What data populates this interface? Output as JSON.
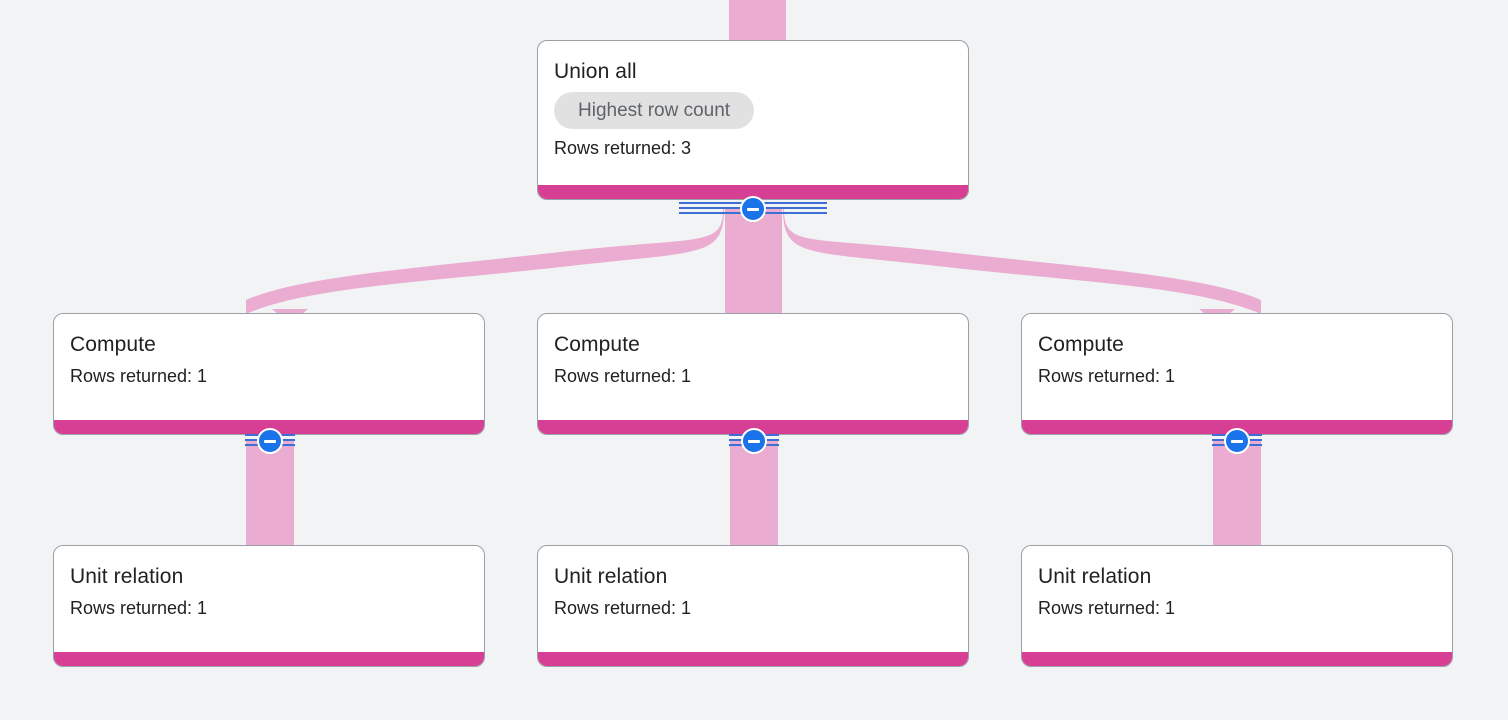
{
  "diagram": {
    "kind": "query-execution-plan",
    "background_color": "#f1f3f4",
    "flow_color": "#eaacd0",
    "node_accent_color": "#d63f94",
    "toggle_color": "#1a73e8",
    "rail_color": "#3b6fd4",
    "badge_bg_color": "#e1e1e1",
    "badge_text_color": "#5f6368",
    "nodes": [
      {
        "id": "union-all",
        "title": "Union all",
        "badge": "Highest row count",
        "rows_label": "Rows returned: 3",
        "rows_value": 3
      },
      {
        "id": "compute-1",
        "title": "Compute",
        "badge": null,
        "rows_label": "Rows returned: 1",
        "rows_value": 1
      },
      {
        "id": "compute-2",
        "title": "Compute",
        "badge": null,
        "rows_label": "Rows returned: 1",
        "rows_value": 1
      },
      {
        "id": "compute-3",
        "title": "Compute",
        "badge": null,
        "rows_label": "Rows returned: 1",
        "rows_value": 1
      },
      {
        "id": "unit-relation-1",
        "title": "Unit relation",
        "badge": null,
        "rows_label": "Rows returned: 1",
        "rows_value": 1
      },
      {
        "id": "unit-relation-2",
        "title": "Unit relation",
        "badge": null,
        "rows_label": "Rows returned: 1",
        "rows_value": 1
      },
      {
        "id": "unit-relation-3",
        "title": "Unit relation",
        "badge": null,
        "rows_label": "Rows returned: 1",
        "rows_value": 1
      }
    ],
    "toggles": [
      {
        "id": "toggle-union-all",
        "state": "expanded",
        "icon": "minus-icon"
      },
      {
        "id": "toggle-compute-1",
        "state": "expanded",
        "icon": "minus-icon"
      },
      {
        "id": "toggle-compute-2",
        "state": "expanded",
        "icon": "minus-icon"
      },
      {
        "id": "toggle-compute-3",
        "state": "expanded",
        "icon": "minus-icon"
      }
    ]
  }
}
